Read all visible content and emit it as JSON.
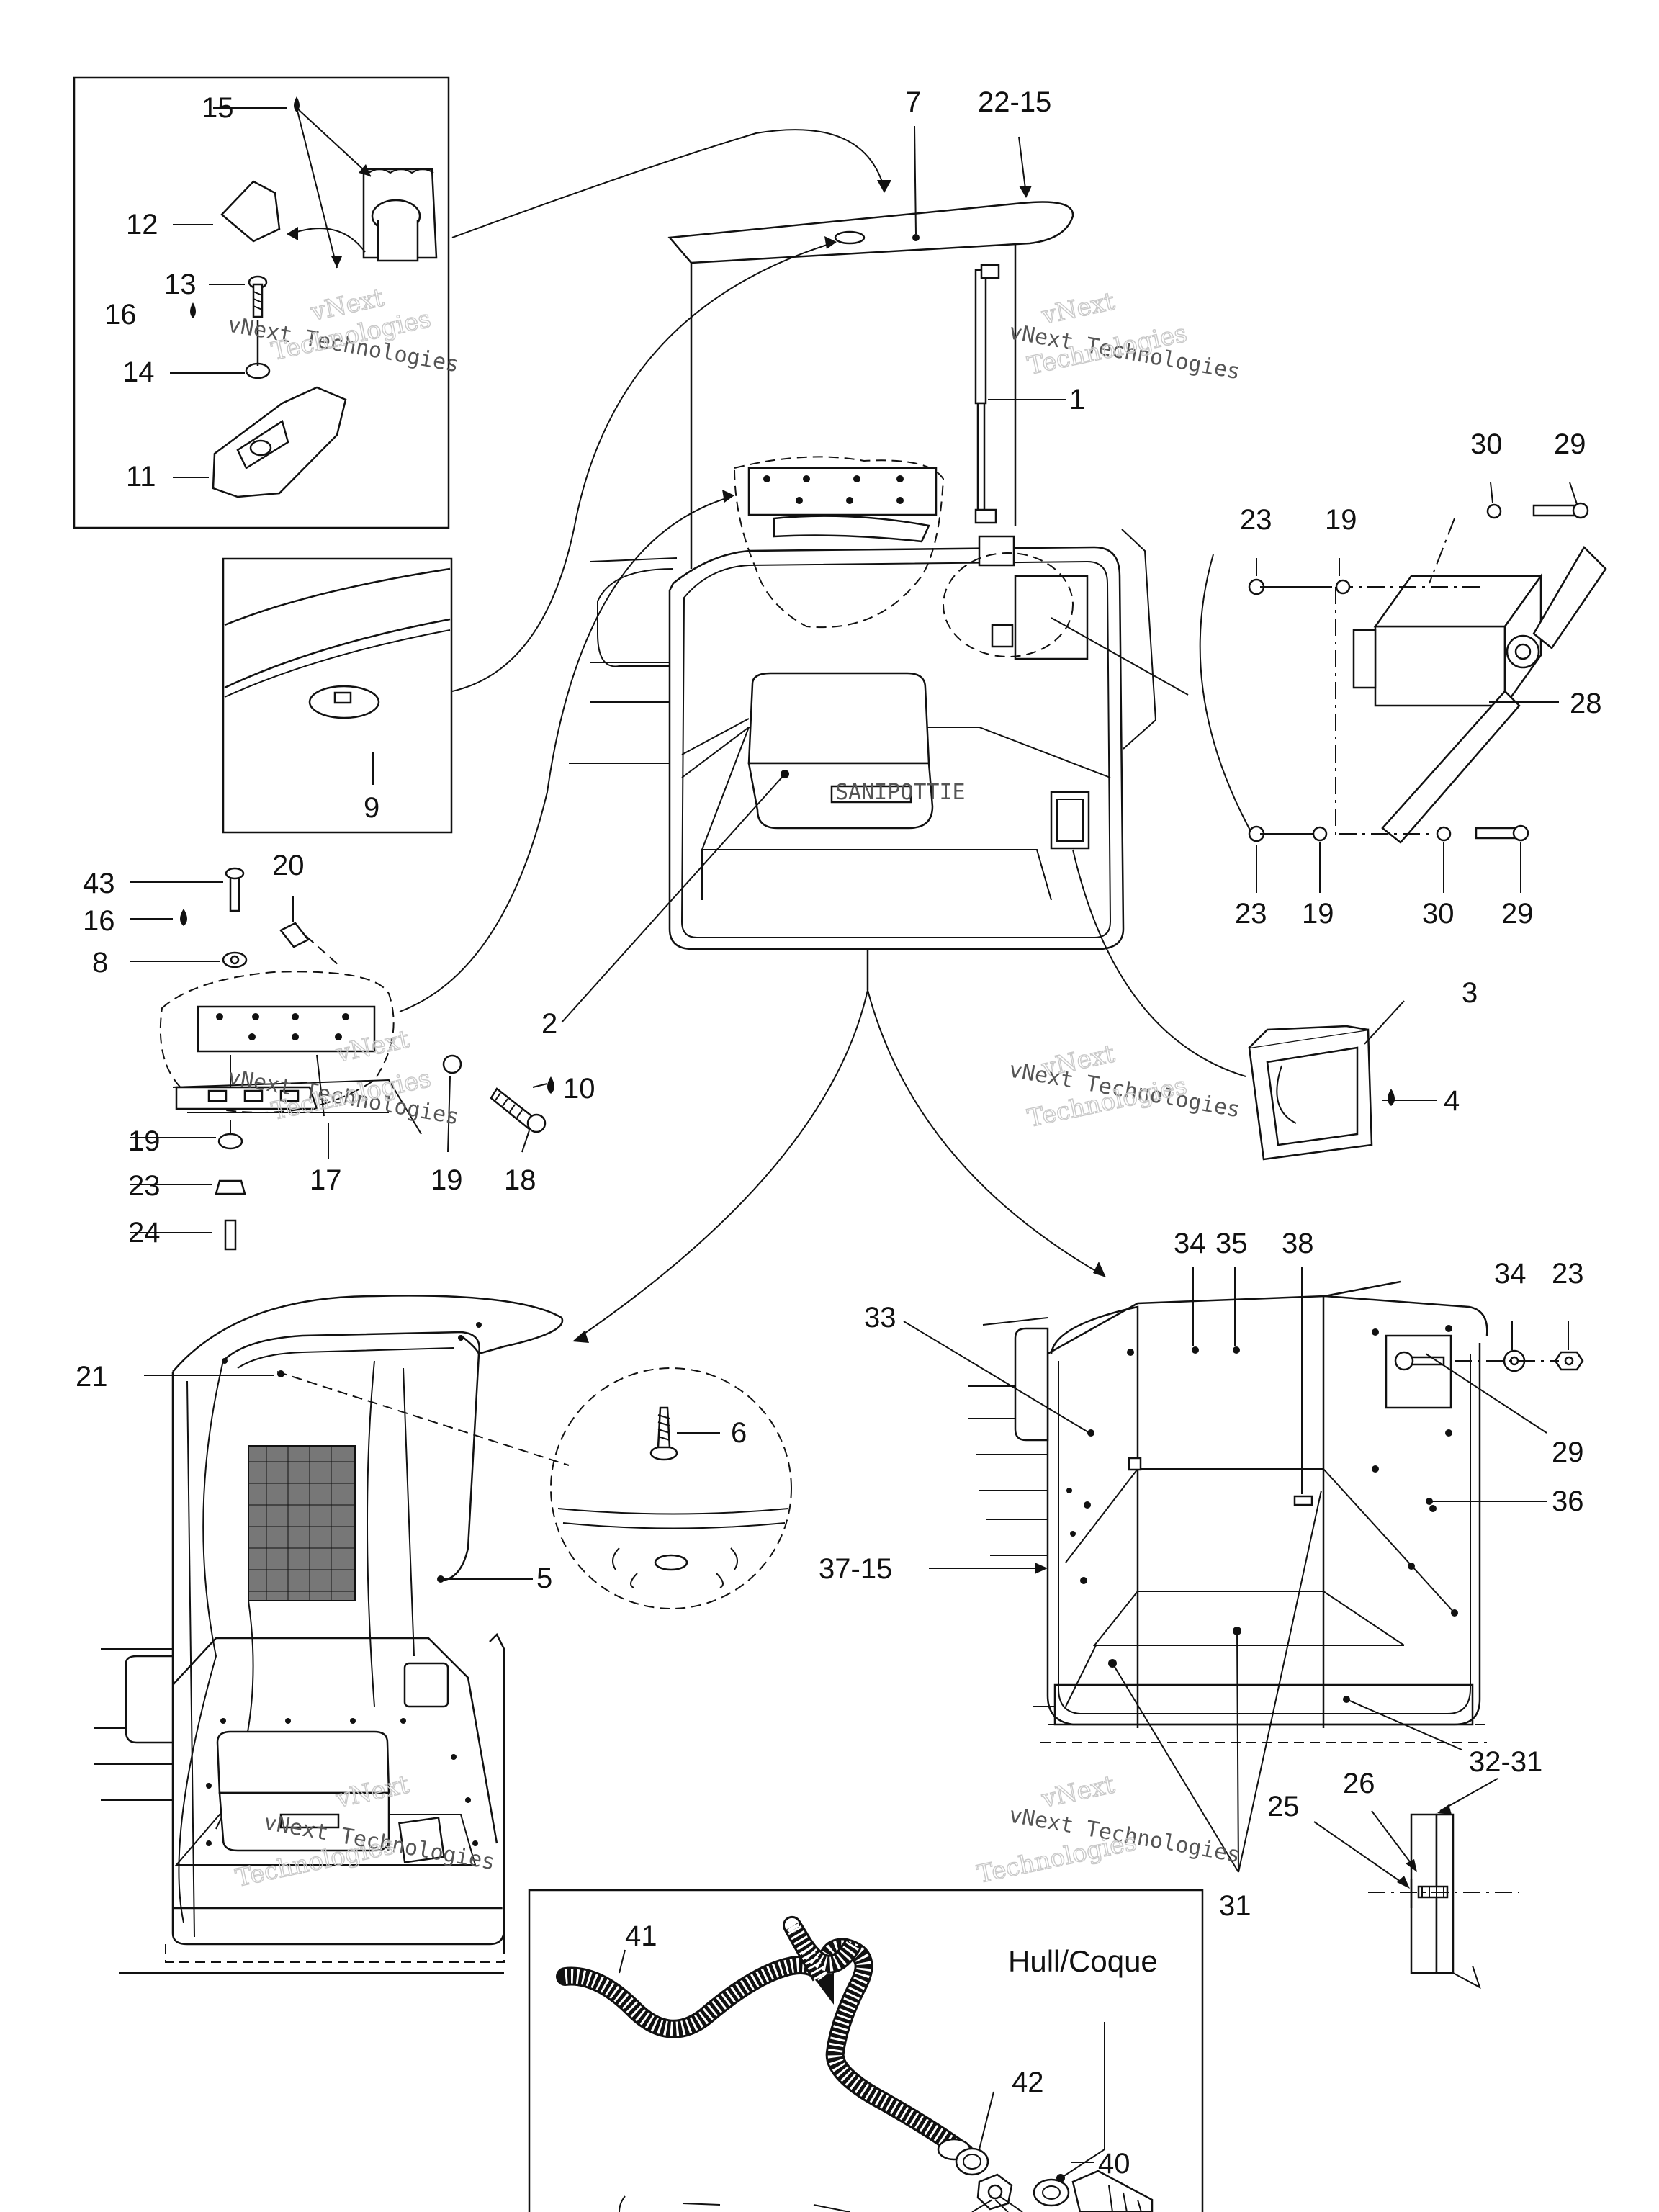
{
  "labels": {
    "l1": "1",
    "l2": "2",
    "l3": "3",
    "l4": "4",
    "l5": "5",
    "l6": "6",
    "l7": "7",
    "l8": "8",
    "l9": "9",
    "l10": "10",
    "l11": "11",
    "l12": "12",
    "l13": "13",
    "l14": "14",
    "l15": "15",
    "l16a": "16",
    "l16b": "16",
    "l17": "17",
    "l18": "18",
    "l19a": "19",
    "l19b": "19",
    "l19c": "19",
    "l19d": "19",
    "l20": "20",
    "l21": "21",
    "l22_15": "22-15",
    "l23a": "23",
    "l23b": "23",
    "l23c": "23",
    "l23d": "23",
    "l24": "24",
    "l25": "25",
    "l26": "26",
    "l28": "28",
    "l29a": "29",
    "l29b": "29",
    "l29c": "29",
    "l30a": "30",
    "l30b": "30",
    "l31": "31",
    "l32_31": "32-31",
    "l33": "33",
    "l34a": "34",
    "l34b": "34",
    "l35": "35",
    "l36": "36",
    "l37_15": "37-15",
    "l38": "38",
    "l40": "40",
    "l41": "41",
    "l42": "42",
    "l43": "43",
    "hull": "Hull/Coque"
  },
  "watermark": {
    "line1": "vNext",
    "line2": "vNext Technologies",
    "line3": "Technologies"
  },
  "product_label": "SANIPOTTIE"
}
